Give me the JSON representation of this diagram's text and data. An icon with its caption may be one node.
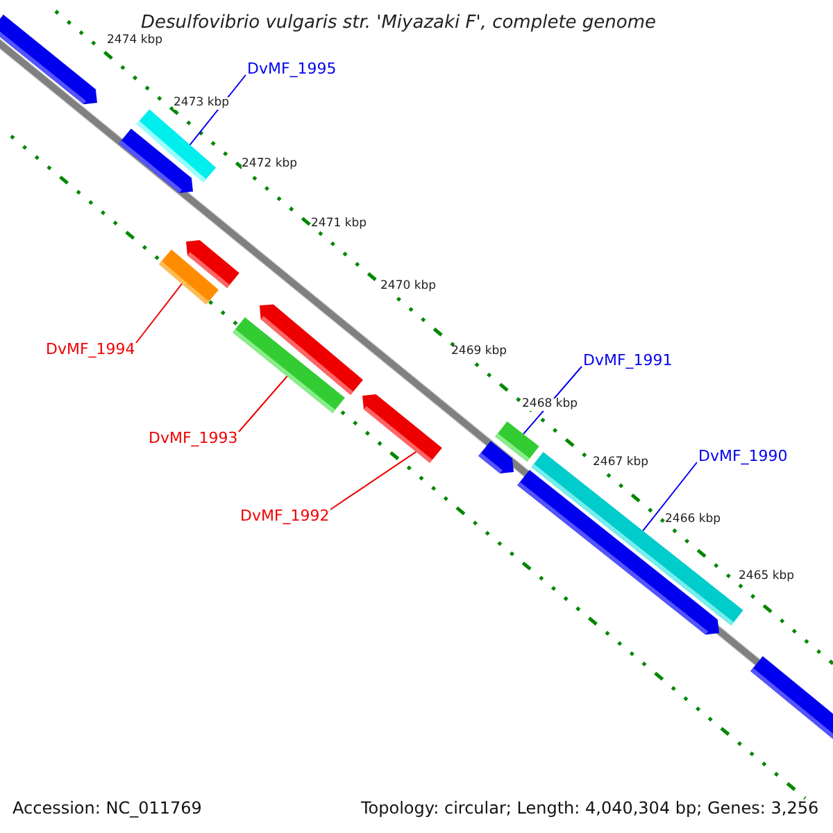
{
  "diagram": {
    "title": "Desulfovibrio vulgaris str. 'Miyazaki F', complete genome",
    "nodes": [
      {
        "text": [],
        "shape": "arrow"
      },
      {
        "text": [
          "DvMF_1995"
        ]
      },
      {
        "text": [],
        "shape": "bar"
      },
      {
        "text": [],
        "shape": "arrow"
      },
      {
        "text": [],
        "shape": "arrow"
      },
      {
        "text": [],
        "shape": "bar"
      },
      {
        "text": [
          "DvMF_1994"
        ]
      },
      {
        "text": [],
        "shape": "arrow"
      },
      {
        "text": [],
        "shape": "bar"
      },
      {
        "text": [
          "DvMF_1993"
        ]
      },
      {
        "text": [],
        "shape": "arrow"
      },
      {
        "text": [
          "DvMF_1991"
        ]
      },
      {
        "text": [
          "DvMF_1992"
        ]
      },
      {
        "text": [],
        "shape": "bar"
      },
      {
        "text": [],
        "shape": "arrow"
      },
      {
        "text": [
          "DvMF_1990"
        ]
      },
      {
        "text": [],
        "shape": "bar"
      },
      {
        "text": [],
        "shape": "arrow"
      },
      {
        "text": [],
        "shape": "arrow"
      }
    ],
    "edges": [
      {
        "from": 1,
        "to": 2,
        "arrow": "none"
      },
      {
        "from": 6,
        "to": 5,
        "arrow": "none",
        "color": "#ee0000"
      },
      {
        "from": 9,
        "to": 8,
        "arrow": "none",
        "color": "#ee0000"
      },
      {
        "from": 12,
        "to": 10,
        "arrow": "none",
        "color": "#ee0000"
      },
      {
        "from": 11,
        "to": 13,
        "arrow": "none"
      },
      {
        "from": 15,
        "to": 16,
        "arrow": "none"
      }
    ],
    "labels": [
      "2474 kbp",
      "2473 kbp",
      "2472 kbp",
      "2471 kbp",
      "2470 kbp",
      "2469 kbp",
      "2468 kbp",
      "2467 kbp",
      "2466 kbp",
      "2465 kbp",
      "Accession: NC_011769",
      "Topology: circular; Length: 4,040,304 bp; Genes: 3,256"
    ]
  }
}
